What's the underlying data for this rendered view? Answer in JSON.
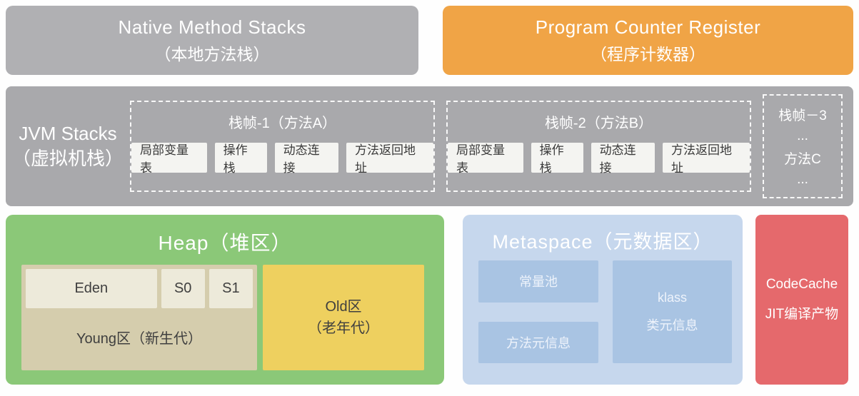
{
  "top_row": {
    "native_method_stacks": {
      "title": "Native Method Stacks",
      "subtitle": "（本地方法栈）"
    },
    "program_counter_register": {
      "title": "Program Counter Register",
      "subtitle": "（程序计数器）"
    }
  },
  "jvm_stacks": {
    "label_en": "JVM Stacks",
    "label_zh": "（虚拟机栈）",
    "frames": [
      {
        "title": "栈帧-1（方法A）",
        "slots": [
          "局部变量表",
          "操作栈",
          "动态连接",
          "方法返回地址"
        ]
      },
      {
        "title": "栈帧-2（方法B）",
        "slots": [
          "局部变量表",
          "操作栈",
          "动态连接",
          "方法返回地址"
        ]
      }
    ],
    "frame3": {
      "line1": "栈帧－3",
      "line2": "...",
      "line3": "方法C",
      "line4": "..."
    }
  },
  "heap": {
    "title": "Heap（堆区）",
    "young": {
      "eden": "Eden",
      "s0": "S0",
      "s1": "S1",
      "label": "Young区（新生代）"
    },
    "old": {
      "line1": "Old区",
      "line2": "（老年代）"
    }
  },
  "metaspace": {
    "title": "Metaspace（元数据区）",
    "constant_pool": "常量池",
    "method_meta": "方法元信息",
    "klass": {
      "line1": "klass",
      "line2": "类元信息"
    }
  },
  "codecache": {
    "title": "CodeCache",
    "subtitle": "JIT编译产物"
  },
  "colors": {
    "gray_box": "#aaaaad",
    "orange_box": "#f0a446",
    "green_heap": "#8bc878",
    "yellow_old": "#eed05f",
    "tan_young": "#d5cdad",
    "cream_cell": "#edeada",
    "light_blue_metaspace": "#c6d7ed",
    "medium_blue_inner": "#a9c4e3",
    "red_codecache": "#e5696c",
    "white_slot": "#f4f4f1"
  }
}
